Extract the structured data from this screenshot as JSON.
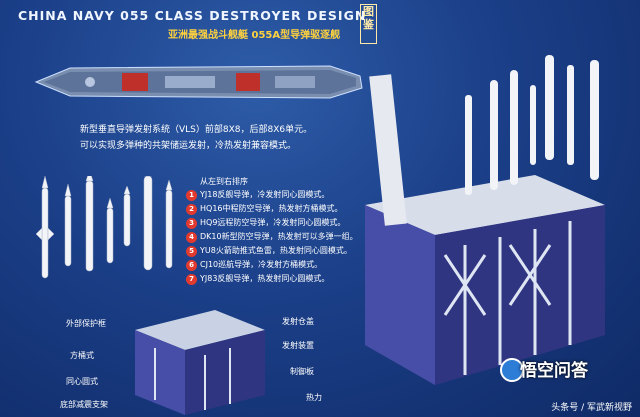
{
  "header": {
    "title": "CHINA NAVY 055 CLASS DESTROYER DESIGN",
    "seal": "图鉴",
    "subtitle": "亚洲最强战斗舰艇 055A型导弹驱逐舰"
  },
  "description": {
    "line1": "新型垂直导弹发射系统（VLS）前部8X8，后部8X6单元。",
    "line2": "可以实现多弹种的共架储运发射，冷热发射兼容模式。"
  },
  "legend": {
    "heading": "从左到右排序",
    "items": [
      {
        "n": "1",
        "text": "YJ18反舰导弹，冷发射同心圆模式。"
      },
      {
        "n": "2",
        "text": "HQ16中程防空导弹，热发射方桶模式。"
      },
      {
        "n": "3",
        "text": "HQ9远程防空导弹，冷发射同心圆模式。"
      },
      {
        "n": "4",
        "text": "DK10新型防空导弹，热发射可以多弹一组。"
      },
      {
        "n": "5",
        "text": "YU8火箭助推式鱼雷，热发射同心圆模式。"
      },
      {
        "n": "6",
        "text": "CJ10巡航导弹，冷发射方桶模式。"
      },
      {
        "n": "7",
        "text": "YJ83反舰导弹，热发射同心圆模式。"
      }
    ]
  },
  "callouts": {
    "left": [
      "外部保护框",
      "方桶式",
      "同心圆式",
      "底部减震支架"
    ],
    "right": [
      "发射仓盖",
      "发射装置",
      "制御板",
      "热力"
    ]
  },
  "watermark": {
    "brand": "悟空问答",
    "credit": "头条号 / 军武新视野"
  },
  "colors": {
    "background": "#1b3f88",
    "title_text": "#f0f6ff",
    "subtitle": "#ffd23d",
    "badge_red": "#e23a2e"
  }
}
